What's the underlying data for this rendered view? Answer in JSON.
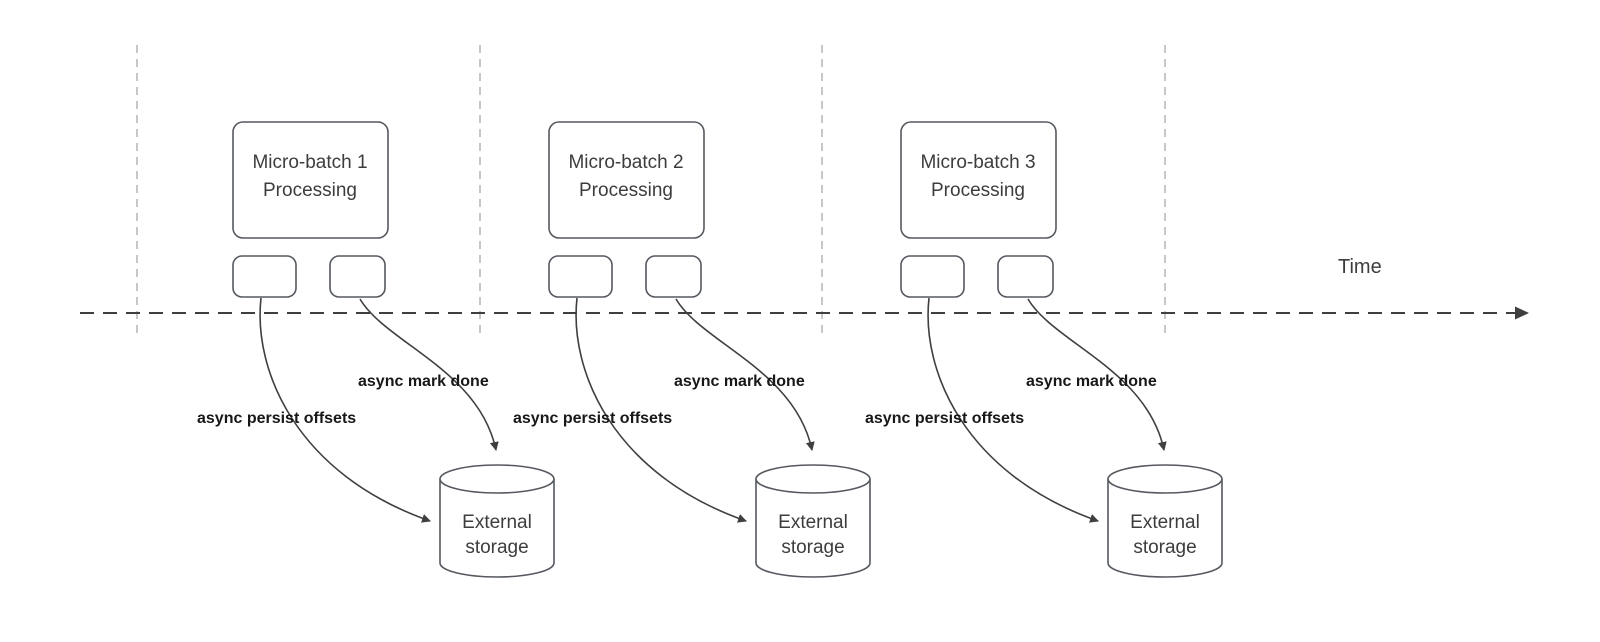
{
  "diagram": {
    "time_label": "Time",
    "batches": [
      {
        "title_line1": "Micro-batch 1",
        "title_line2": "Processing",
        "persist_label": "async persist offsets",
        "done_label": "async mark done",
        "storage_line1": "External",
        "storage_line2": "storage"
      },
      {
        "title_line1": "Micro-batch 2",
        "title_line2": "Processing",
        "persist_label": "async persist offsets",
        "done_label": "async mark done",
        "storage_line1": "External",
        "storage_line2": "storage"
      },
      {
        "title_line1": "Micro-batch 3",
        "title_line2": "Processing",
        "persist_label": "async persist offsets",
        "done_label": "async mark done",
        "storage_line1": "External",
        "storage_line2": "storage"
      }
    ],
    "colors": {
      "node_stroke": "#55595f",
      "arrow": "#3f3f3f",
      "guide": "#b9b9b9",
      "text": "#3d3d3d",
      "label_text": "#181818",
      "background": "#ffffff"
    }
  }
}
